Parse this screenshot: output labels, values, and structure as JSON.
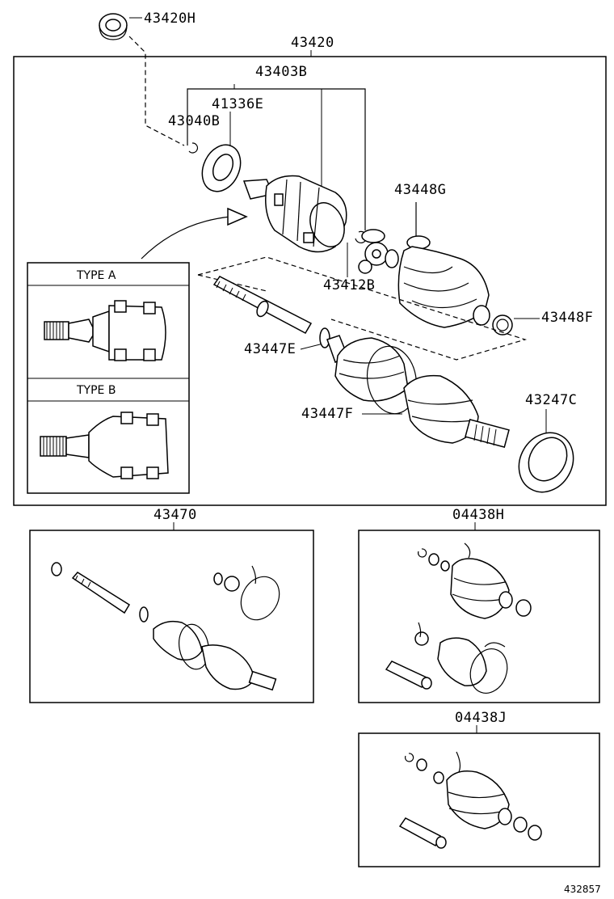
{
  "labels": {
    "p43420H": "43420H",
    "p43420": "43420",
    "p43403B": "43403B",
    "p41336E": "41336E",
    "p43040B": "43040B",
    "p43448G": "43448G",
    "p43412B": "43412B",
    "p43448F": "43448F",
    "p43447E": "43447E",
    "p43447F": "43447F",
    "p43247C": "43247C",
    "p43470": "43470",
    "p04438H": "04438H",
    "p04438J": "04438J"
  },
  "types": {
    "type_a": "TYPE A",
    "type_b": "TYPE B"
  },
  "figure_id": "432857"
}
